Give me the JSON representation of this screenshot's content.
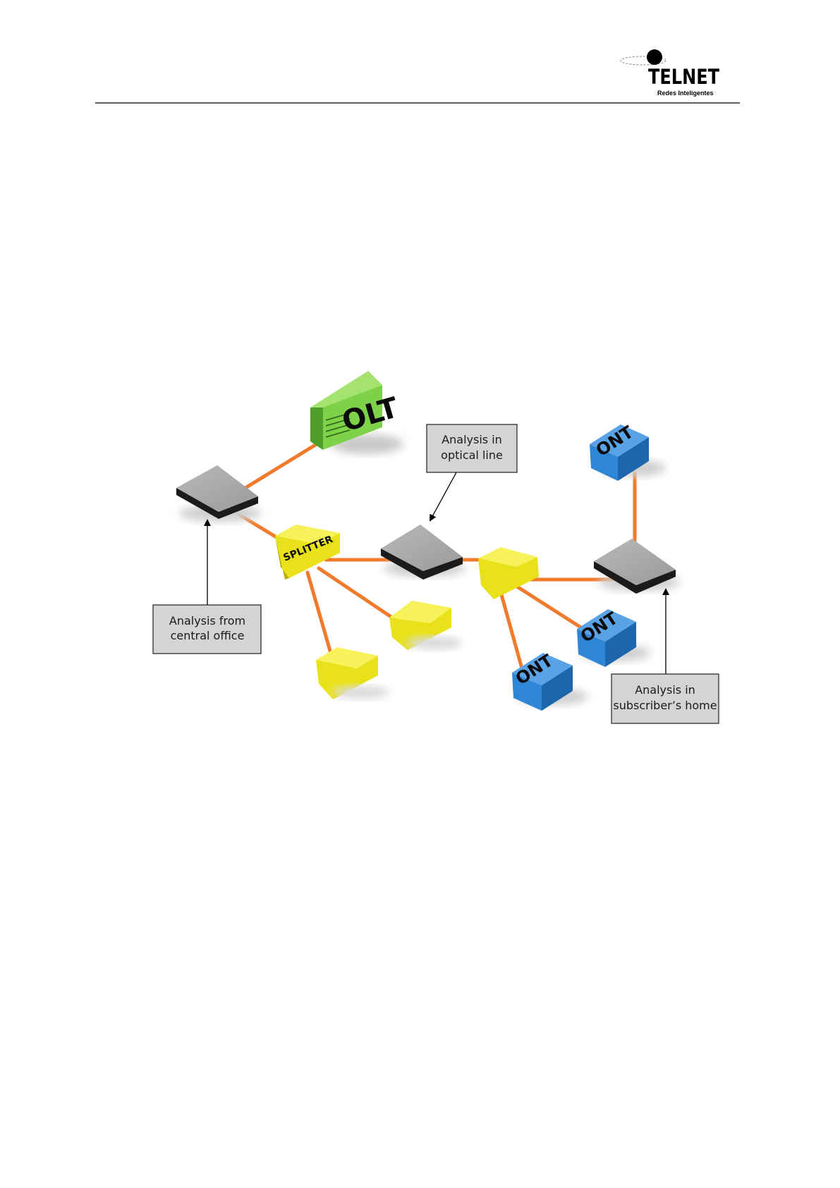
{
  "header": {
    "logo": {
      "wordmark": "TELNET",
      "tagline": "Redes Inteligentes"
    }
  },
  "diagram": {
    "devices": {
      "olt": "OLT",
      "splitter": "SPLITTER",
      "ont_top": "ONT",
      "ont_mid": "ONT",
      "ont_bottom": "ONT"
    },
    "callouts": {
      "optical_line": [
        "Analysis in",
        "optical line"
      ],
      "central_office": [
        "Analysis from",
        "central office"
      ],
      "subscriber_home": [
        "Analysis in",
        "subscriber’s home"
      ]
    },
    "colors": {
      "fiber": "#f07b2c",
      "olt": "#7ed24a",
      "splitter": "#f2ea30",
      "ont": "#2f86d6",
      "analyzer": "#a9a9a9",
      "callout_fill": "#d4d4d4"
    }
  }
}
